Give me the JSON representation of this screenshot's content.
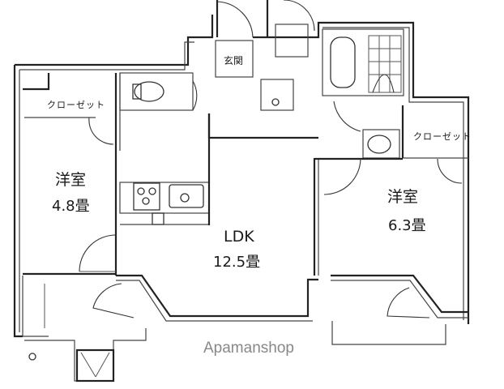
{
  "plan": {
    "rooms": [
      {
        "id": "western-room-1",
        "name": "洋室",
        "size": "4.8畳"
      },
      {
        "id": "ldk",
        "name": "LDK",
        "size": "12.5畳"
      },
      {
        "id": "western-room-2",
        "name": "洋室",
        "size": "6.3畳"
      }
    ],
    "closets": [
      {
        "id": "closet-left",
        "label": "クローゼット"
      },
      {
        "id": "closet-right",
        "label": "クローゼット"
      }
    ],
    "entrance": {
      "label": "玄関"
    }
  },
  "watermark": {
    "text": "Apamanshop"
  },
  "colors": {
    "line": "#222222",
    "background": "#ffffff",
    "watermark": "#888888"
  }
}
